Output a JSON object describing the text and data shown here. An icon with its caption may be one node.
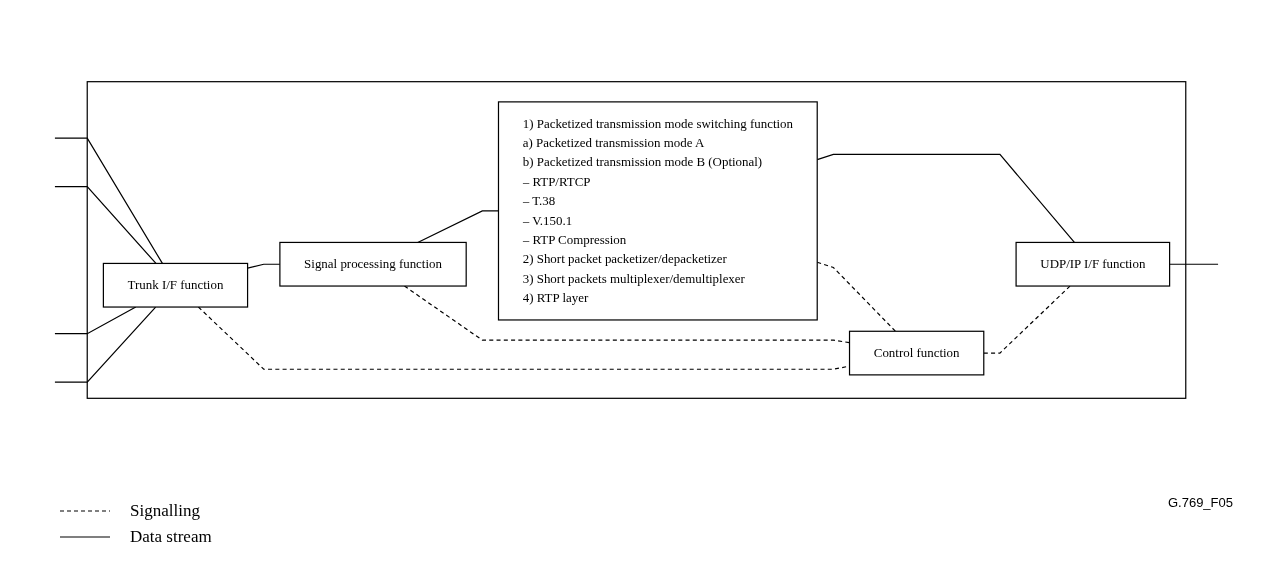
{
  "diagram": {
    "nodes": [
      {
        "text": [],
        "shape": "box"
      },
      {
        "text": [
          "Trunk I/F function"
        ],
        "in": 0
      },
      {
        "text": [
          "Signal processing function"
        ],
        "in": 0
      },
      {
        "text": [
          "1) Packetized transmission mode switching function",
          "a) Packetized transmission mode A",
          "b) Packetized transmission mode B (Optional)",
          "– RTP/RTCP",
          "– T.38",
          "– V.150.1",
          "– RTP Compression",
          "2) Short packet packetizer/depacketizer",
          "3) Short packets multiplexer/demultiplexer",
          "4) RTP layer"
        ],
        "in": 0
      },
      {
        "text": [
          "UDP/IP I/F function"
        ],
        "in": 0
      },
      {
        "text": [
          "Control function"
        ],
        "in": 0
      }
    ],
    "edges": [
      {
        "from": null,
        "to": 1,
        "arrow": "none"
      },
      {
        "from": null,
        "to": 1,
        "arrow": "none"
      },
      {
        "from": null,
        "to": 1,
        "arrow": "none"
      },
      {
        "from": null,
        "to": 1,
        "arrow": "none"
      },
      {
        "from": 1,
        "to": 2,
        "arrow": "none"
      },
      {
        "from": 2,
        "to": 3,
        "arrow": "none"
      },
      {
        "from": 3,
        "to": 4,
        "arrow": "none"
      },
      {
        "from": 4,
        "to": null,
        "arrow": "none"
      },
      {
        "from": 2,
        "to": 5,
        "arrow": "none",
        "style": "dashed"
      },
      {
        "from": 3,
        "to": 5,
        "arrow": "none",
        "style": "dashed"
      },
      {
        "from": 1,
        "to": 5,
        "arrow": "none",
        "style": "dashed"
      },
      {
        "from": 5,
        "to": 4,
        "arrow": "none",
        "style": "dashed"
      }
    ],
    "labels": [
      "G.769_F05"
    ],
    "legend": [
      {
        "text": "Signalling"
      },
      {
        "text": "Data stream"
      }
    ]
  }
}
